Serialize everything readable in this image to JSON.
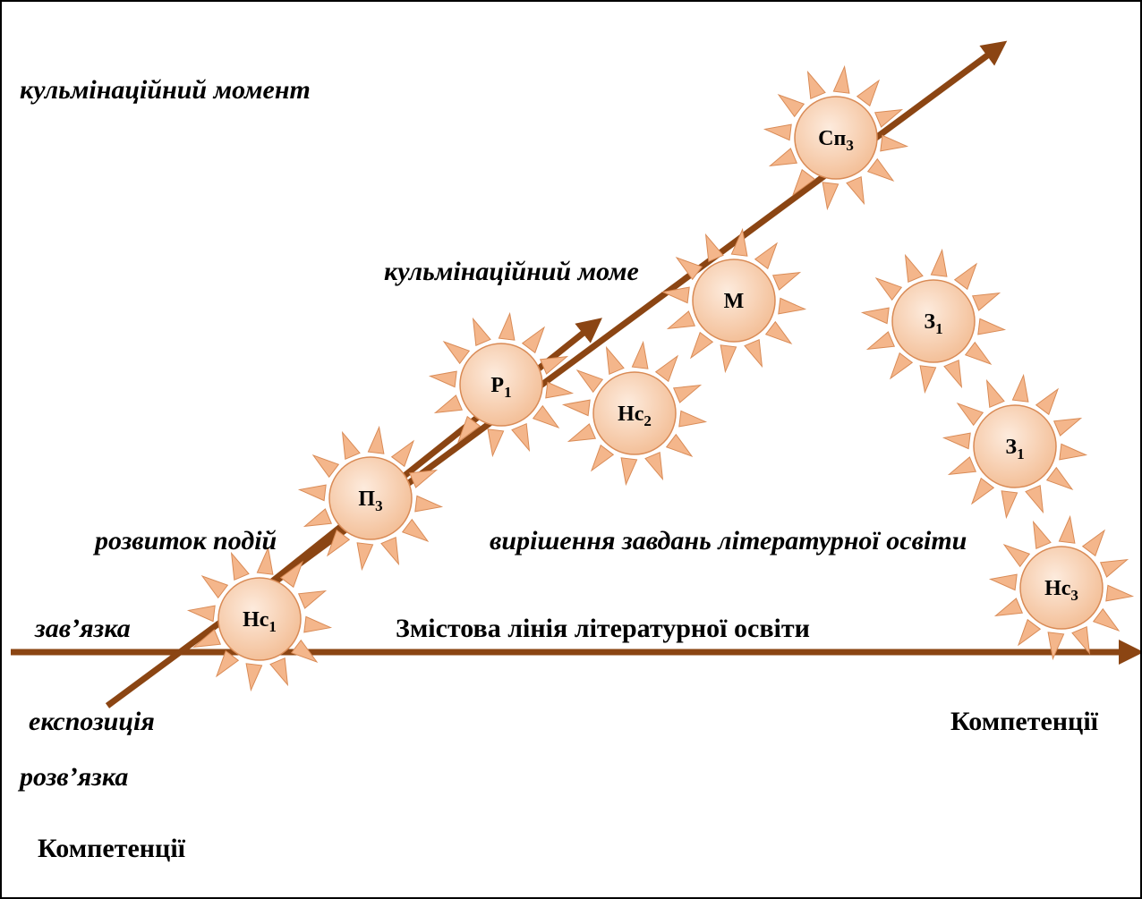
{
  "labels": {
    "kulm_top": "кульмінаційний момент",
    "kulm_mid": "кульмінаційний  моме",
    "rozvytok": "розвиток подій",
    "vyrishennia": "вирішення завдань  літературної освіти",
    "zaviazka": "зав’язка",
    "zmistova": "Змістова    лінія  літературної освіти",
    "ekspozytsiia": "експозиція",
    "kompetentsii_right": "Компетенції",
    "rozviazka": "розв’язка",
    "kompetentsii_bottom": "Компетенції"
  },
  "nodes": [
    {
      "main": "Нс",
      "sub": "1"
    },
    {
      "main": "П",
      "sub": "3"
    },
    {
      "main": "Р",
      "sub": "1"
    },
    {
      "main": "Нс",
      "sub": "2"
    },
    {
      "main": "М",
      "sub": ""
    },
    {
      "main": "Сп",
      "sub": "3"
    },
    {
      "main": "З",
      "sub": "1"
    },
    {
      "main": "З",
      "sub": "1"
    },
    {
      "main": "Нс",
      "sub": "3"
    }
  ],
  "colors": {
    "arrow": "#8B4513",
    "sun_fill": "#F8D0AE",
    "sun_ray": "#F4B68B",
    "sun_stroke": "#D98B56",
    "text": "#000000"
  }
}
